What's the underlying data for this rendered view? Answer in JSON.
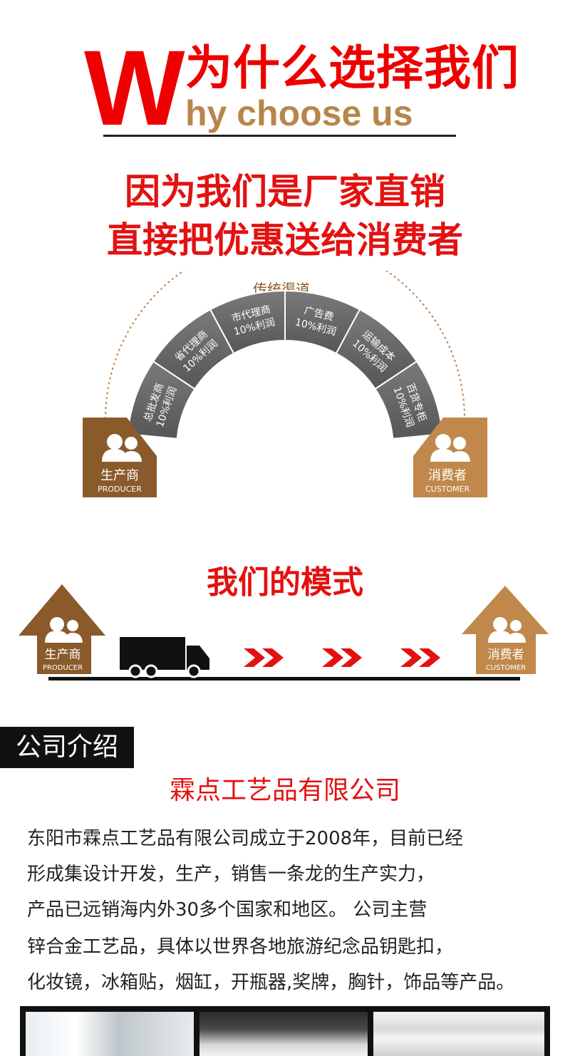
{
  "header": {
    "big_letter": "W",
    "title_cn": "为什么选择我们",
    "title_en": "hy choose us"
  },
  "slogan": {
    "line1": "因为我们是厂家直销",
    "line2": "直接把优惠送给消费者"
  },
  "traditional": {
    "label": "传统渠道",
    "segments": [
      {
        "name": "总批发商",
        "profit": "10%利润"
      },
      {
        "name": "省代理商",
        "profit": "10%利润"
      },
      {
        "name": "市代理商",
        "profit": "10%利润"
      },
      {
        "name": "广告费",
        "profit": "10%利润"
      },
      {
        "name": "运输成本",
        "profit": "10%利润"
      },
      {
        "name": "百货专柜",
        "profit": "10%利润"
      }
    ]
  },
  "producer": {
    "cn": "生产商",
    "en": "PRODUCER"
  },
  "customer": {
    "cn": "消费者",
    "en": "CUSTOMER"
  },
  "mode": {
    "title": "我们的模式"
  },
  "company": {
    "tag": "公司介绍",
    "name": "霖点工艺品有限公司",
    "intro": [
      "东阳市霖点工艺品有限公司成立于2008年，目前已经",
      "形成集设计开发，生产，销售一条龙的生产实力，",
      "产品已远销海内外30多个国家和地区。 公司主营",
      "锌合金工艺品，具体以世界各地旅游纪念品钥匙扣，",
      "化妆镜，冰箱贴，烟缸，开瓶器,奖牌，胸针，饰品等产品。"
    ]
  },
  "colors": {
    "accent_red": "#e41111",
    "brown_dark": "#8a5a2b",
    "brown_light": "#c0884a",
    "arch_gray": "#6e6e6e"
  },
  "icons": [
    "people-icon",
    "truck-icon",
    "double-chevron-icon",
    "house-icon"
  ]
}
